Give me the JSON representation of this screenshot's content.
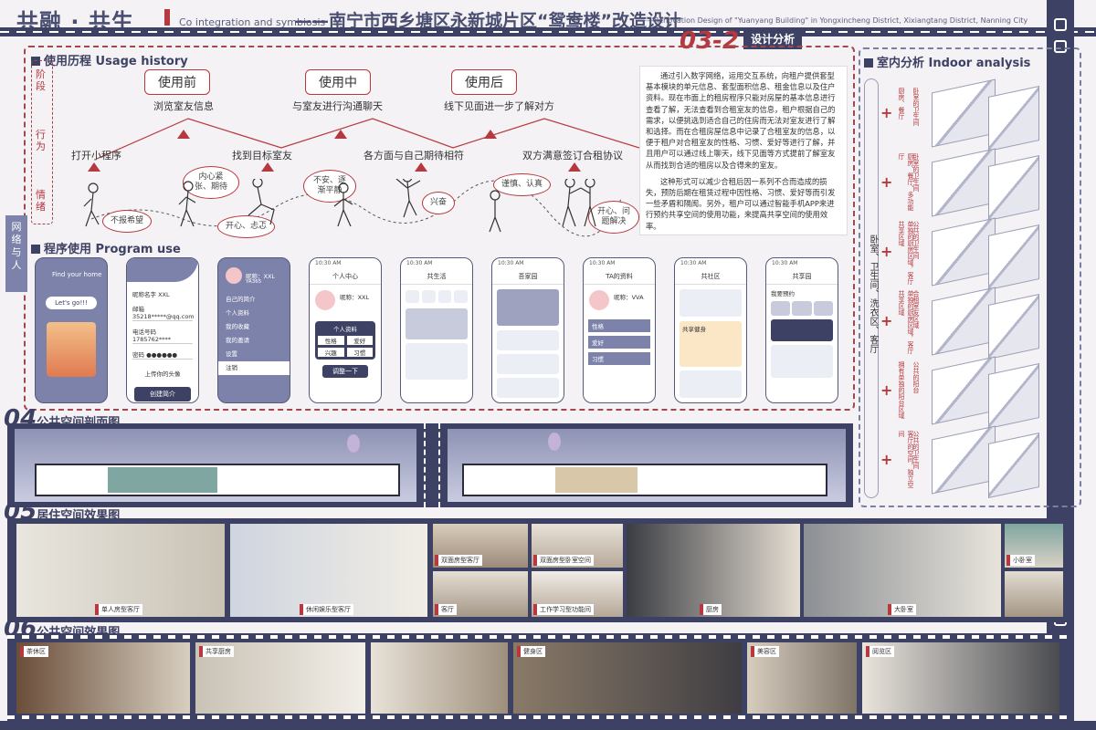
{
  "header": {
    "title": "共融 · 共生",
    "subtitle_en": "Co integration and symbiosis",
    "title_cn": "——南宁市西乡塘区永新城片区“鸳鸯楼”改造设计",
    "title_en": "——Renovation Design of \"Yuanyang Building\" in Yongxincheng District, Xixiangtang District, Nanning City"
  },
  "badge": {
    "num": "03-2",
    "text": "设计分析"
  },
  "usage": {
    "heading": "使用历程 Usage history",
    "side": [
      "阶段",
      "行为",
      "情绪"
    ],
    "stages": [
      "使用前",
      "使用中",
      "使用后"
    ],
    "actions": [
      "浏览室友信息",
      "打开小程序",
      "找到目标室友",
      "与室友进行沟通聊天",
      "各方面与自己期待相符",
      "线下见面进一步了解对方",
      "双方满意签订合租协议"
    ],
    "emotions": [
      "不报希望",
      "内心紧张、期待",
      "开心、忐忑",
      "不安、逐渐平静",
      "兴奋",
      "谨慎、认真",
      "开心、问题解决"
    ],
    "paragraph1": "通过引入数字网络，运用交互系统，向租户提供套型基本模块的单元信息、套型面积信息、租金信息以及住户资料。现在市面上的租房程序只能对房屋的基本信息进行查看了解，无法查看到合租室友的信息，租户根据自己的需求，以便挑选到适合自己的住房而无法对室友进行了解和选择。而在合租房屋信息中记录了合租室友的信息，以便于租户对合租室友的性格、习惯、爱好等进行了解，并且用户可以通过线上聊天，线下见面等方式提前了解室友从而找到合适的租房以及合得来的室友。",
    "paragraph2": "这种形式可以减少合租后因一系列不合而造成的损失，预防后期在租赁过程中因性格、习惯、爱好等而引发一些矛盾和隔阂。另外，租户可以通过智能手机APP来进行预约共享空间的使用功能，来提高共享空间的使用效率。"
  },
  "side_tab": "网络与人",
  "program": {
    "heading": "程序使用 Program use",
    "p1": {
      "title": "Find your home",
      "btn": "Let's go!!!"
    },
    "p2": {
      "nick_l": "昵称名字",
      "nick_v": "XXL",
      "mail_l": "邮箱",
      "mail_v": "35218*****@qq.com",
      "tel_l": "电话号码",
      "tel_v": "1785762****",
      "pwd_l": "密码",
      "pwd_v": "●●●●●●",
      "upload": "上传你的头像",
      "btn": "创建简介"
    },
    "p3": {
      "name": "昵称：XXL",
      "sub": "YA365",
      "items": [
        "自己的简介",
        "个人资料",
        "我的收藏",
        "我的邀请",
        "设置",
        "注销"
      ]
    },
    "p4": {
      "ttl": "个人中心",
      "name": "昵称：XXL",
      "box": "个人资料",
      "btns": [
        "性格",
        "爱好",
        "兴趣",
        "习惯"
      ],
      "action": "调整一下"
    },
    "p5": {
      "ttl": "共生活"
    },
    "p6": {
      "ttl": "吾家园"
    },
    "p7": {
      "ttl": "TA的资料",
      "name": "昵称：VVA",
      "rows": [
        "性格",
        "爱好",
        "习惯"
      ]
    },
    "p8": {
      "ttl": "共社区",
      "tag": "共享健身"
    },
    "p9": {
      "ttl": "共享园",
      "tag": "我要预约"
    },
    "status_time": "10:30 AM"
  },
  "indoor": {
    "heading": "室内分析 Indoor analysis",
    "vertical": "卧室、卫生间、洗衣区、客厅",
    "rows": [
      {
        "a": "厨房、餐厅",
        "b": "卧室的卫生间"
      },
      {
        "a": "厨房、餐厅、多功能厅",
        "b": "卧室的卫生间"
      },
      {
        "a": "单独的厨房区域，客厅共享区域",
        "b": "公共的卫生间"
      },
      {
        "a": "单独的厨房区域，客厅共享区域",
        "b": "合租室友区域"
      },
      {
        "a": "拥有单独的阳台区域",
        "b": "公共的阳台"
      },
      {
        "a": "客厅的空间，独立空间",
        "b": "公共的卫生间"
      }
    ]
  },
  "s04": {
    "num": "04",
    "text": "公共空间剖面图"
  },
  "s05": {
    "num": "05",
    "text": "居住空间效果图",
    "captions": [
      "单人房型客厅",
      "休闲娱乐型客厅",
      "双面房型客厅",
      "双面房型卧室空间",
      "客厅",
      "工作学习型功能间",
      "厨房",
      "大卧室",
      "小卧室"
    ]
  },
  "s06": {
    "num": "06",
    "text": "公共空间效果图",
    "captions": [
      "茶休区",
      "共享厨房",
      "健身区",
      "美容区",
      "阅览区"
    ]
  },
  "colors": {
    "navy": "#3d4163",
    "accent": "#b5393f",
    "lilac": "#7c82aa"
  }
}
